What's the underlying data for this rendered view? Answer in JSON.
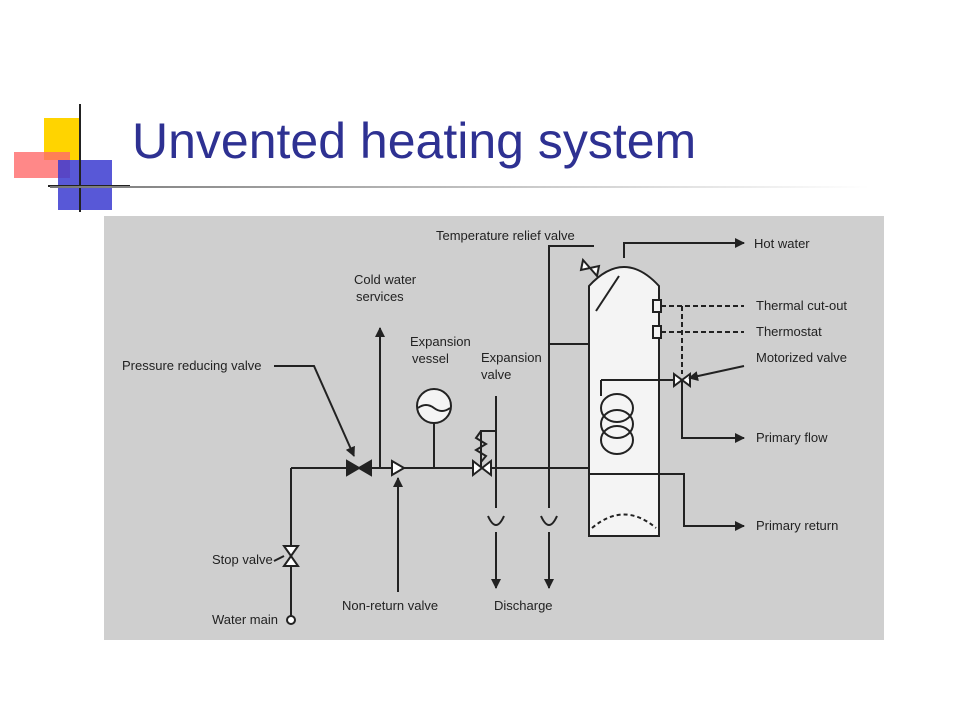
{
  "slide": {
    "title": "Unvented heating system"
  },
  "diagram": {
    "labels": {
      "temperature_relief_valve": "Temperature relief valve",
      "hot_water": "Hot water",
      "cold_water_line1": "Cold water",
      "cold_water_line2": "services",
      "expansion_vessel_line1": "Expansion",
      "expansion_vessel_line2": "vessel",
      "expansion_valve_line1": "Expansion",
      "expansion_valve_line2": "valve",
      "pressure_reducing_valve": "Pressure reducing valve",
      "thermal_cut_out": "Thermal cut-out",
      "thermostat": "Thermostat",
      "motorized_valve": "Motorized valve",
      "primary_flow": "Primary flow",
      "primary_return": "Primary return",
      "stop_valve": "Stop valve",
      "water_main": "Water main",
      "non_return_valve": "Non-return valve",
      "discharge": "Discharge"
    }
  },
  "colors": {
    "title": "#2e3192",
    "diagram_background": "#cfcfcf",
    "line": "#222222"
  }
}
